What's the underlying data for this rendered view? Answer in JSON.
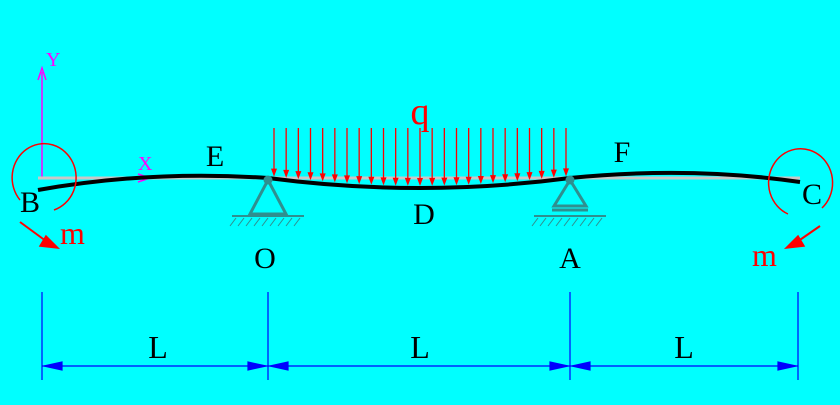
{
  "colors": {
    "background": "#00ffff",
    "beam": "#000000",
    "beam_shadow": "#c8c8c8",
    "load": "#ff0000",
    "axes": "#ff00ff",
    "support": "#2f8f8f",
    "dimension": "#0000ff",
    "label": "#000000",
    "load_label": "#ff0000"
  },
  "diagram": {
    "load_label": "q",
    "moment_label_left": "m",
    "moment_label_right": "m",
    "axis_x_label": "X",
    "axis_y_label": "Y",
    "points": {
      "B": "B",
      "C": "C",
      "D": "D",
      "E": "E",
      "F": "F",
      "O": "O",
      "A": "A"
    },
    "spans": [
      "L",
      "L",
      "L"
    ]
  }
}
